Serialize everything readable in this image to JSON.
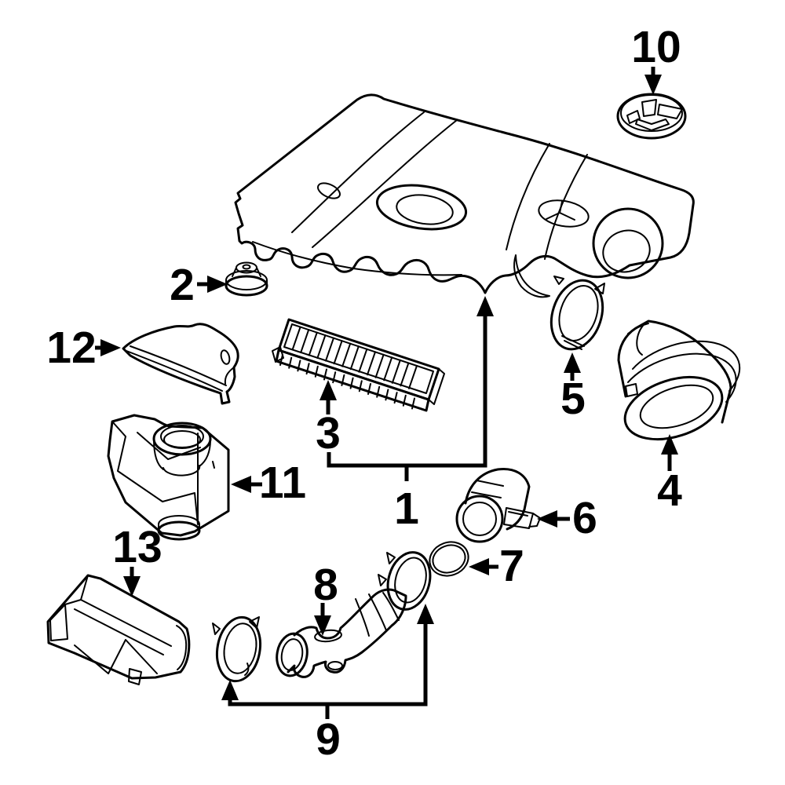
{
  "figure": {
    "kind": "exploded-parts-diagram",
    "subject": "engine-air-intake-system",
    "background_color": "#ffffff",
    "line_color": "#000000",
    "callouts": [
      {
        "number": "1",
        "part": "engine-cover"
      },
      {
        "number": "2",
        "part": "rubber-grommet-mount"
      },
      {
        "number": "3",
        "part": "air-filter-element"
      },
      {
        "number": "4",
        "part": "intake-elbow-duct"
      },
      {
        "number": "5",
        "part": "clamp-ring"
      },
      {
        "number": "6",
        "part": "mass-air-flow-sensor"
      },
      {
        "number": "7",
        "part": "o-ring-seal"
      },
      {
        "number": "8",
        "part": "hose-clamp"
      },
      {
        "number": "9",
        "part": "intake-hose-with-clamps"
      },
      {
        "number": "10",
        "part": "emblem-badge"
      },
      {
        "number": "11",
        "part": "air-cleaner-housing"
      },
      {
        "number": "12",
        "part": "air-cleaner-cover"
      },
      {
        "number": "13",
        "part": "air-intake-duct"
      }
    ]
  }
}
